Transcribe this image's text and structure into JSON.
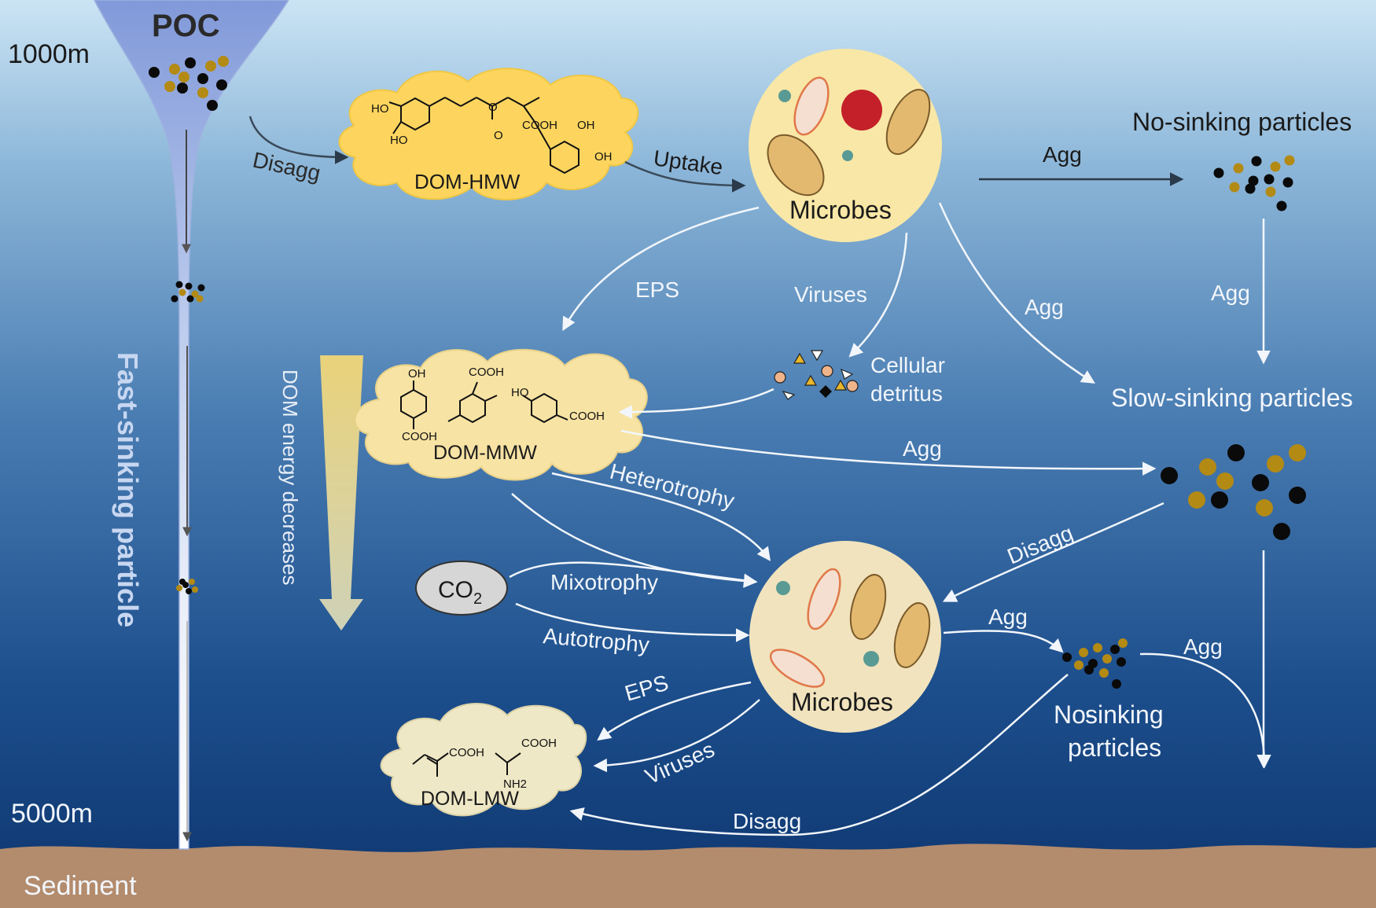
{
  "depth": {
    "top": "1000m",
    "bottom": "5000m"
  },
  "poc": "POC",
  "fast_sinking": "Fast-sinking particle",
  "sediment": "Sediment",
  "dom_energy": "DOM energy decreases",
  "dom_hmw": {
    "label": "DOM-HMW",
    "groups": [
      "HO",
      "HO",
      "O",
      "O",
      "COOH",
      "OH",
      "OH"
    ]
  },
  "dom_mmw": {
    "label": "DOM-MMW",
    "groups": [
      "OH",
      "COOH",
      "COOH",
      "HO",
      "COOH"
    ]
  },
  "dom_lmw": {
    "label": "DOM-LMW",
    "groups": [
      "COOH",
      "COOH",
      "NH2"
    ]
  },
  "microbes_top": "Microbes",
  "microbes_bottom": "Microbes",
  "co2": {
    "base": "CO",
    "sub": "2"
  },
  "labels": {
    "disagg_top": "Disagg",
    "uptake": "Uptake",
    "agg_top": "Agg",
    "no_sinking_top": "No-sinking particles",
    "eps_top": "EPS",
    "viruses_top": "Viruses",
    "agg_diag": "Agg",
    "agg_right": "Agg",
    "cellular_detritus_1": "Cellular",
    "cellular_detritus_2": "detritus",
    "slow_sinking": "Slow-sinking particles",
    "agg_mid": "Agg",
    "heterotrophy": "Heterotrophy",
    "disagg_right": "Disagg",
    "mixotrophy": "Mixotrophy",
    "autotrophy": "Autotrophy",
    "agg_low": "Agg",
    "agg_low_right": "Agg",
    "eps_low": "EPS",
    "viruses_low": "Viruses",
    "no_sinking_low_1": "No-",
    "no_sinking_low_2": "sinking",
    "no_sinking_low_3": "particles",
    "disagg_bottom": "Disagg"
  },
  "colors": {
    "ocean_top": "#c9e3f3",
    "ocean_bottom": "#0e3a75",
    "sediment": "#b38b6d",
    "funnel": "#8fa7df",
    "dom_hmw": "#fdd55e",
    "dom_mmw": "#f7e3a4",
    "dom_lmw": "#efe8c6",
    "microbe_circle": "#f8e7a6",
    "particle_gold": "#b38a14",
    "particle_black": "#0a0a0a",
    "co2": "#d6d6d6"
  }
}
